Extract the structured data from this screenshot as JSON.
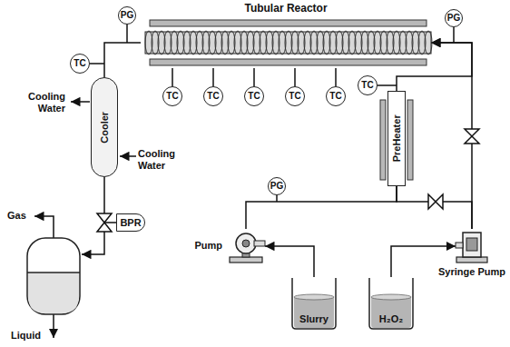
{
  "diagram": {
    "nodes": [
      {
        "text": [
          "Tubular Reactor"
        ]
      },
      {
        "text": [
          "PG"
        ]
      },
      {
        "text": [
          "PG"
        ]
      },
      {
        "text": [
          "TC"
        ]
      },
      {
        "text": [
          "TC"
        ]
      },
      {
        "text": [
          "TC"
        ]
      },
      {
        "text": [
          "TC"
        ]
      },
      {
        "text": [
          "TC"
        ]
      },
      {
        "text": [
          "TC"
        ]
      },
      {
        "text": [
          "TC"
        ]
      },
      {
        "text": [
          "Cooler"
        ]
      },
      {
        "text": [
          "BPR"
        ]
      },
      {
        "text": [
          "PreHeater"
        ]
      },
      {
        "text": [
          "PG"
        ]
      },
      {
        "text": [
          "Pump"
        ]
      },
      {
        "text": [
          "Syringe Pump"
        ]
      },
      {
        "text": [
          "Slurry"
        ]
      },
      {
        "text": [
          "H₂O₂"
        ]
      }
    ],
    "edges": [
      {
        "from": 16,
        "to": 14,
        "arrow": "to"
      },
      {
        "from": 17,
        "to": 15,
        "arrow": "to"
      },
      {
        "from": 14,
        "to": 12,
        "arrow": "none"
      },
      {
        "from": 15,
        "to": 12,
        "arrow": "none"
      },
      {
        "from": 12,
        "to": 0,
        "arrow": "to"
      },
      {
        "from": 15,
        "to": 0,
        "arrow": "to"
      },
      {
        "from": 0,
        "to": 10,
        "arrow": "none"
      },
      {
        "from": 10,
        "to": 11,
        "arrow": "none"
      },
      {
        "from": 4,
        "to": 0,
        "arrow": "none"
      },
      {
        "from": 5,
        "to": 0,
        "arrow": "none"
      },
      {
        "from": 6,
        "to": 0,
        "arrow": "none"
      },
      {
        "from": 7,
        "to": 0,
        "arrow": "none"
      },
      {
        "from": 8,
        "to": 0,
        "arrow": "none"
      }
    ],
    "labels": [
      "Cooling Water",
      "Cooling Water",
      "Gas",
      "Liquid"
    ]
  }
}
